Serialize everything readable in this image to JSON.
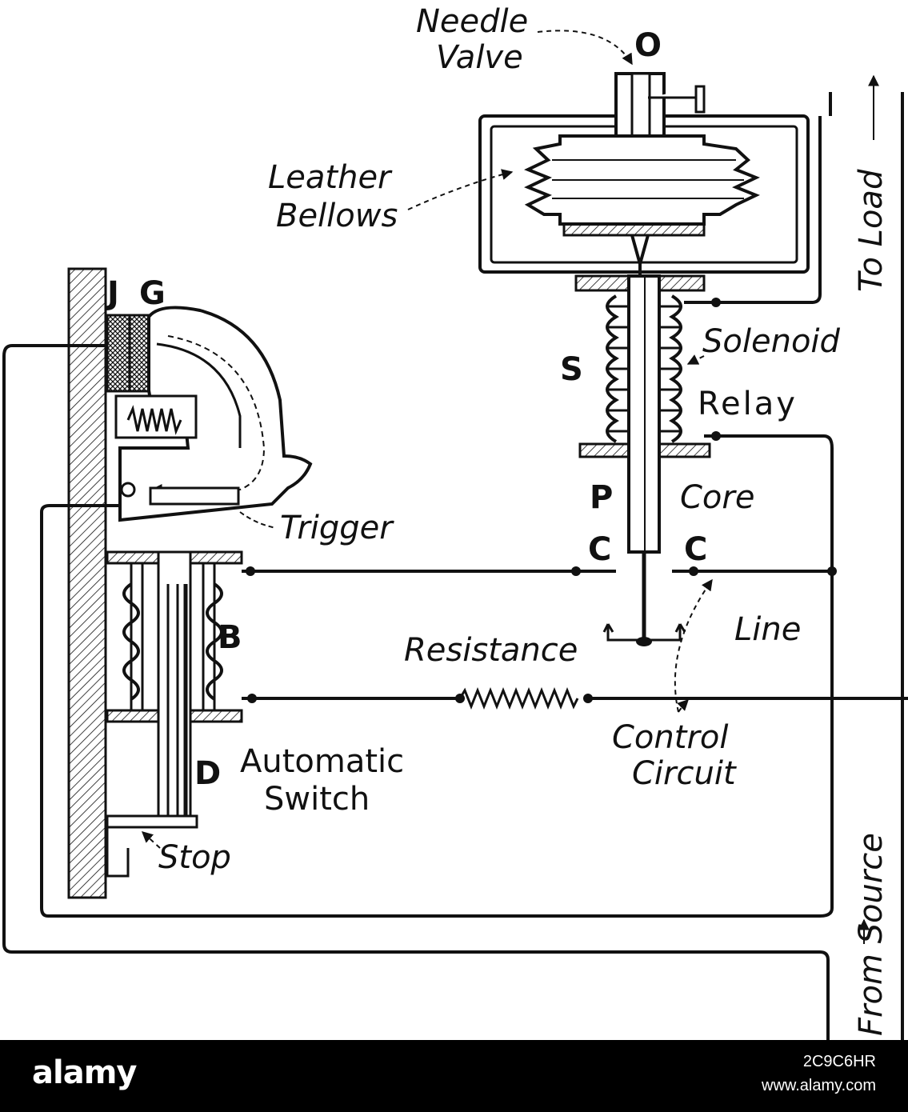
{
  "labels": {
    "needle_valve_1": "Needle",
    "needle_valve_2": "Valve",
    "o": "O",
    "leather_bellows_1": "Leather",
    "leather_bellows_2": "Bellows",
    "j": "J",
    "g": "G",
    "solenoid": "Solenoid",
    "s": "S",
    "relay": "Relay",
    "p": "P",
    "core": "Core",
    "trigger": "Trigger",
    "c_left": "C",
    "c_right": "C",
    "b": "B",
    "line": "Line",
    "resistance": "Resistance",
    "control_circuit_1": "Control",
    "control_circuit_2": "Circuit",
    "d": "D",
    "automatic_switch_1": "Automatic",
    "automatic_switch_2": "Switch",
    "stop": "Stop",
    "to_load": "To Load",
    "from_source": "From Source"
  },
  "footer": {
    "brand": "alamy",
    "image_id": "2C9C6HR",
    "site": "www.alamy.com"
  }
}
